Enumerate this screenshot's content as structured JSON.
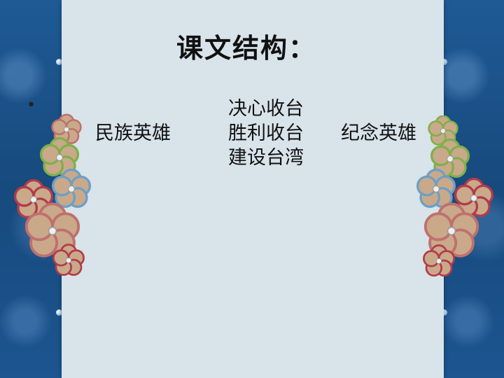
{
  "slide": {
    "title": "课文结构：",
    "bullet": "•",
    "left_label": "民族英雄",
    "middle_items": [
      "决心收台",
      "胜利收台",
      "建设台湾"
    ],
    "right_label": "纪念英雄"
  },
  "colors": {
    "frame_blue": "#1b4f86",
    "panel": "#d8e3ea",
    "petal": "#c9a98a",
    "petal_edge_green": "#7fb04a",
    "petal_edge_red": "#b43a4a",
    "petal_edge_blue": "#6e9fc4"
  },
  "icons": [
    "flower-decoration-icon",
    "jewel-stud-icon"
  ]
}
